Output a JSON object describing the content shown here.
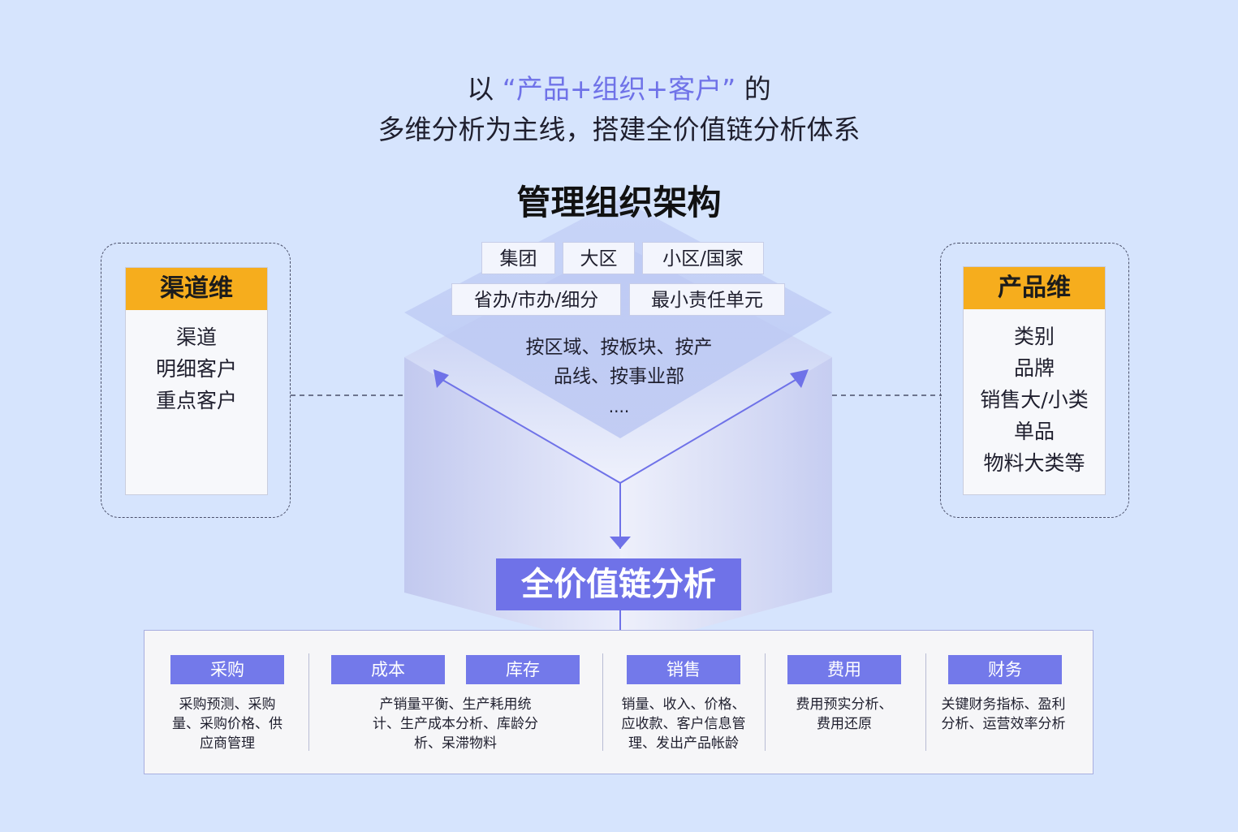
{
  "header": {
    "line1_prefix": "以",
    "line1_highlight": "“产品+组织+客户”",
    "line1_suffix": "的",
    "line2": "多维分析为主线，搭建全价值链分析体系"
  },
  "org": {
    "title": "管理组织架构",
    "tags": [
      "集团",
      "大区",
      "小区/国家",
      "省办/市办/细分",
      "最小责任单元"
    ],
    "desc_line1": "按区域、按板块、按产",
    "desc_line2": "品线、按事业部",
    "desc_line3": "...."
  },
  "channel": {
    "title": "渠道维",
    "items": [
      "渠道",
      "明细客户",
      "重点客户"
    ]
  },
  "product": {
    "title": "产品维",
    "items": [
      "类别",
      "品牌",
      "销售大/小类",
      "单品",
      "物料大类等"
    ]
  },
  "center": {
    "label": "全价值链分析"
  },
  "modules": {
    "purchase": {
      "label": "采购",
      "desc": [
        "采购预测、采购",
        "量、采购价格、供",
        "应商管理"
      ]
    },
    "cost": {
      "label": "成本"
    },
    "inventory": {
      "label": "库存"
    },
    "cost_inventory_desc": [
      "产销量平衡、生产耗用统",
      "计、生产成本分析、库龄分",
      "析、呆滞物料"
    ],
    "sales": {
      "label": "销售",
      "desc": [
        "销量、收入、价格、",
        "应收款、客户信息管",
        "理、发出产品帐龄"
      ]
    },
    "expense": {
      "label": "费用",
      "desc": [
        "费用预实分析、",
        "费用还原"
      ]
    },
    "finance": {
      "label": "财务",
      "desc": [
        "关键财务指标、盈利",
        "分析、运营效率分析"
      ]
    }
  },
  "colors": {
    "background": "#d6e4fd",
    "accent": "#6f72e8",
    "module_label": "#7379ea",
    "dimension_header": "#f6ad1d"
  }
}
